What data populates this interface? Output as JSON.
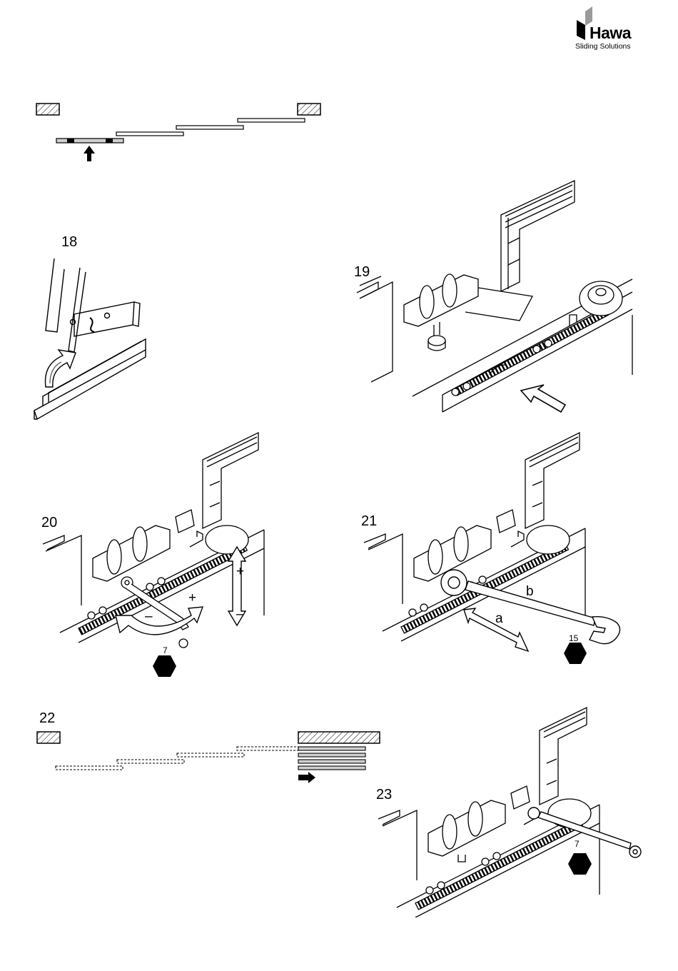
{
  "brand": {
    "name": "Hawa",
    "tagline": "Sliding Solutions"
  },
  "steps": {
    "s18": "18",
    "s19": "19",
    "s20": "20",
    "s21": "21",
    "s22": "22",
    "s23": "23"
  },
  "adjust": {
    "plus_rotate": "+",
    "minus_rotate": "–",
    "plus_height": "+",
    "minus_height": "–",
    "a": "a",
    "b": "b"
  },
  "wrench_sizes": {
    "s20": "7",
    "s21": "15",
    "s23": "7"
  },
  "colors": {
    "line": "#000000",
    "hatch_fill": "#ffffff",
    "panel_fill": "#e6e6e6"
  }
}
